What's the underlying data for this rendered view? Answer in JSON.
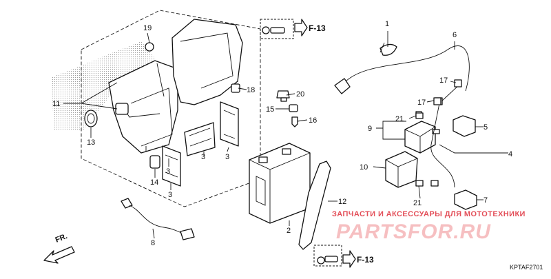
{
  "callouts": [
    "1",
    "6",
    "19",
    "18",
    "20",
    "15",
    "16",
    "17",
    "17",
    "21",
    "9",
    "5",
    "4",
    "10",
    "21",
    "7",
    "11",
    "13",
    "14",
    "3",
    "3",
    "3",
    "3",
    "2",
    "12",
    "8"
  ],
  "references": [
    "F-13",
    "F-13"
  ],
  "direction_label": "FR.",
  "watermark": {
    "text": "ЗАПЧАСТИ И АКСЕССУАРЫ ДЛЯ МОТОТЕХНИКИ",
    "logo_text": "PARTSFOR.RU",
    "color": "#e34f59"
  },
  "diagram_code": "KPTAF2701"
}
